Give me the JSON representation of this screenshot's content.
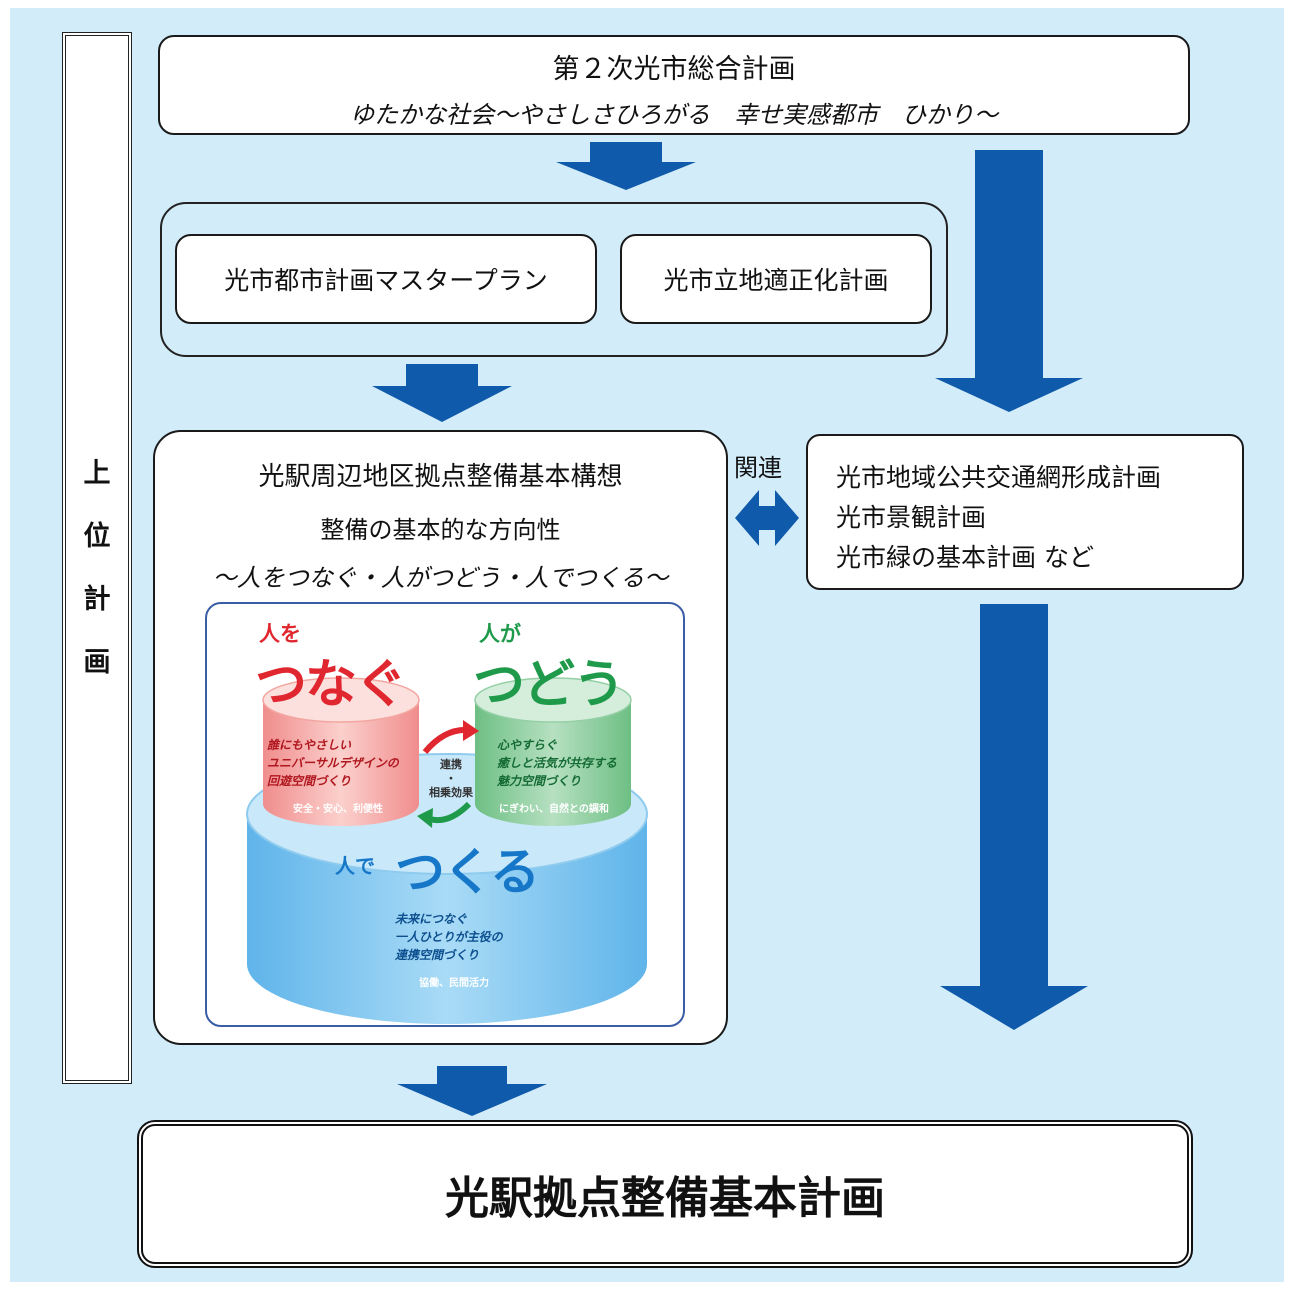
{
  "top_plan": {
    "title": "第２次光市総合計画",
    "slogan": "ゆたかな社会〜やさしさひろがる　幸せ実感都市　ひかり〜"
  },
  "side_label": {
    "chars": [
      "上",
      "位",
      "計",
      "画"
    ]
  },
  "middle_plans": {
    "master_plan": "光市都市計画マスタープラン",
    "siting_plan": "光市立地適正化計画"
  },
  "concept": {
    "title": "光駅周辺地区拠点整備基本構想",
    "subtitle": "整備の基本的な方向性",
    "motto": "〜人をつなぐ・人がつどう・人でつくる〜",
    "graphic": {
      "left_small": "人を",
      "left_big": "つなぐ",
      "left_desc_1": "誰にもやさしい",
      "left_desc_2": "ユニバーサルデザインの",
      "left_desc_3": "回遊空間づくり",
      "left_tag": "安全・安心、利便性",
      "right_small": "人が",
      "right_big": "つどう",
      "right_desc_1": "心やすらぐ",
      "right_desc_2": "癒しと活気が共存する",
      "right_desc_3": "魅力空間づくり",
      "right_tag": "にぎわい、自然との調和",
      "center_label_1": "連携",
      "center_label_2": "・",
      "center_label_3": "相乗効果",
      "bottom_small": "人で",
      "bottom_big": "つくる",
      "bottom_desc_1": "未来につなぐ",
      "bottom_desc_2": "一人ひとりが主役の",
      "bottom_desc_3": "連携空間づくり",
      "bottom_tag": "協働、民間活力"
    }
  },
  "relation_label": "関連",
  "related_plans": {
    "line_1": "光市地域公共交通網形成計画",
    "line_2": "光市景観計画",
    "line_3": "光市緑の基本計画 など"
  },
  "final_plan": "光駅拠点整備基本計画",
  "colors": {
    "background": "#d3ecfa",
    "arrow": "#0f5aaa",
    "red": "#e0262e",
    "green": "#1e9a4a",
    "blue": "#1677c8"
  }
}
